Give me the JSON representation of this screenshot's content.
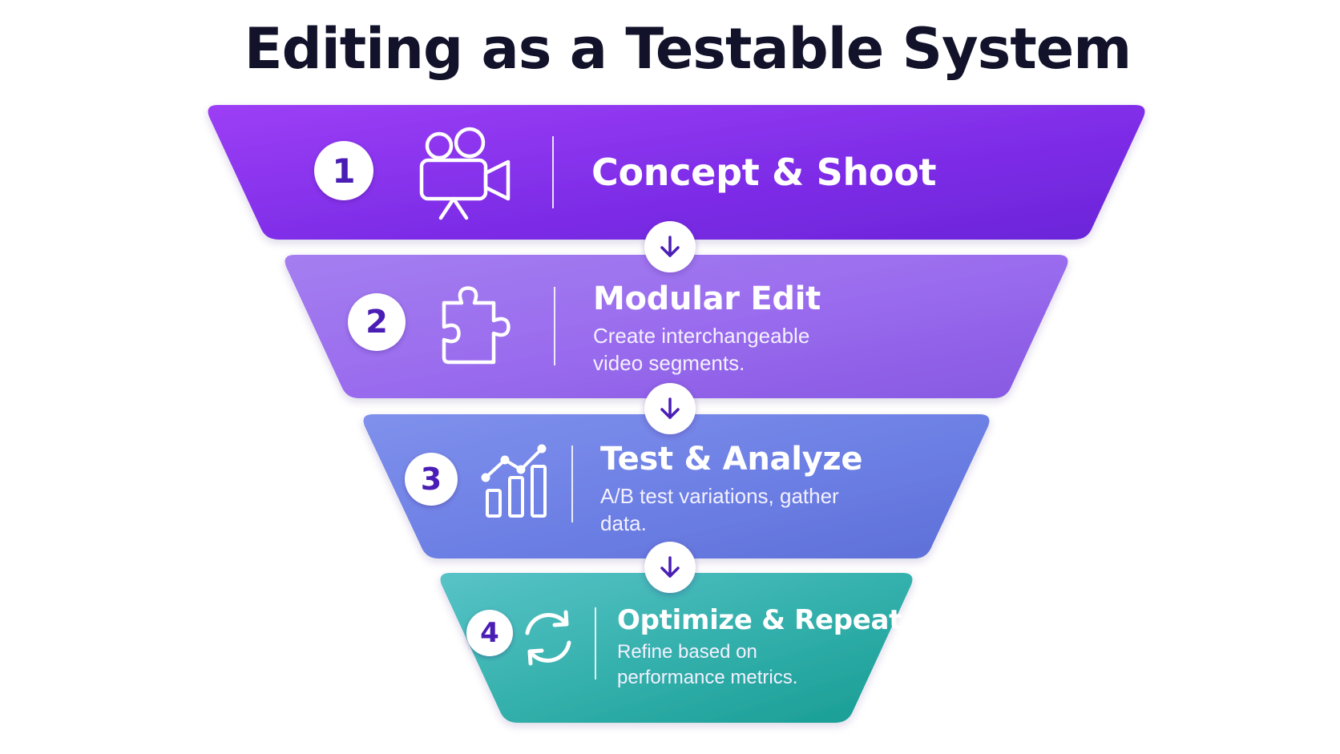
{
  "title": "Editing as a Testable System",
  "colors": {
    "stage1": "#7f2de8",
    "stage2": "#9764ea",
    "stage3": "#6d7ee0",
    "stage4": "#2aa9a6",
    "number_text": "#4a1db5",
    "arrow": "#4a1db5",
    "title_text": "#12132b"
  },
  "stages": [
    {
      "number": "1",
      "title": "Concept & Shoot",
      "description": "",
      "icon": "video-camera-icon"
    },
    {
      "number": "2",
      "title": "Modular Edit",
      "description": "Create interchangeable video segments.",
      "icon": "puzzle-piece-icon"
    },
    {
      "number": "3",
      "title": "Test & Analyze",
      "description": "A/B test variations, gather data.",
      "icon": "growth-chart-icon"
    },
    {
      "number": "4",
      "title": "Optimize & Repeat",
      "description": "Refine based on performance metrics.",
      "icon": "refresh-cycle-icon"
    }
  ],
  "connectors": [
    {
      "icon": "arrow-down-icon"
    },
    {
      "icon": "arrow-down-icon"
    },
    {
      "icon": "arrow-down-icon"
    }
  ]
}
